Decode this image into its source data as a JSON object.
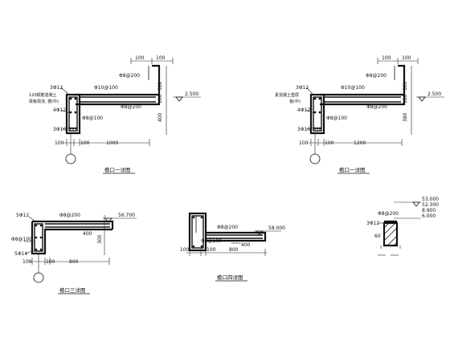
{
  "detail1": {
    "title": "檐口一详图",
    "top_dim_a": "100",
    "top_dim_b": "100",
    "rebar_top1": "Φ10@100",
    "rebar_top2": "Φ8@200",
    "rebar_bottom": "Φ8@200",
    "bar_3012": "3Φ12",
    "bar_4012": "4Φ12",
    "bar_3016": "3Φ16",
    "stirrup": "Φ8@100",
    "note1": "120钢筋混凝土",
    "note2": "梁板现浇, 楼(中)",
    "vert_300": "300",
    "vert_100": "100",
    "vert_400": "400",
    "elevation": "2.500",
    "bot_100a": "100",
    "bot_100b": "100",
    "bot_span": "1000"
  },
  "detail2": {
    "title": "檐口一详图",
    "top_dim_a": "100",
    "top_dim_b": "100",
    "rebar_top1": "Φ10@100",
    "rebar_top2": "Φ8@200",
    "rebar_bottom": "Φ8@200",
    "bar_3012": "3Φ12",
    "bar_4012": "4Φ12",
    "bar_3016": "3Φ16",
    "stirrup": "Φ8@100",
    "note1": "素混凝土垫层",
    "note2": "板(中)",
    "vert_300": "300",
    "vert_100": "100",
    "vert_400": "380",
    "elevation": "2.500",
    "bot_100a": "100",
    "bot_100b": "100",
    "bot_span": "1200"
  },
  "detail3": {
    "title": "檐口三详图",
    "bar_5012": "5Φ12",
    "bar_5014": "5Φ14",
    "rebar_top": "Φ8@200",
    "stirrup": "Φ8@100",
    "dim_400": "400",
    "dim_300": "300",
    "elevation": "56.700",
    "bot_100a": "100",
    "bot_100b": "100",
    "bot_span": "800"
  },
  "detail4": {
    "title": "檐口四详图",
    "rebar_top": "Φ8@200",
    "stirrup": "Φ8@100",
    "dim_400": "400",
    "elevation": "58.000",
    "bot_100a": "100",
    "bot_100b": "100",
    "bot_span": "800"
  },
  "detail5": {
    "elev1": "53.000",
    "elev2": "52.300",
    "elev3": "8.900",
    "elev4": "6.000",
    "rebar_top": "Φ8@200",
    "bar_3012": "3Φ12",
    "dim_60": "60"
  }
}
